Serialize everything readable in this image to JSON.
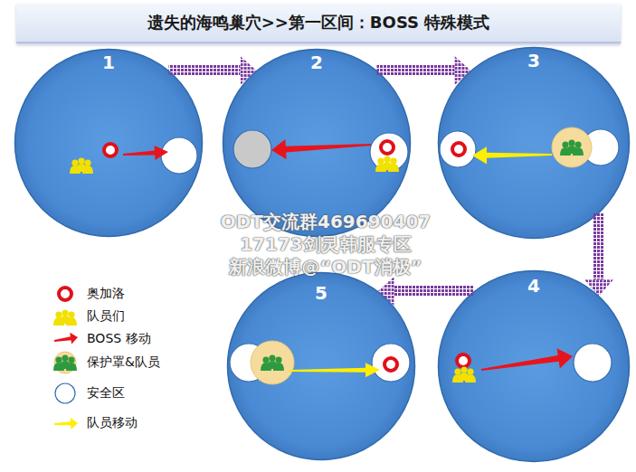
{
  "diagram": {
    "title": "遗失的海鸣巢穴>>第一区间：BOSS 特殊模式",
    "nodes": [
      {
        "text": [
          "1"
        ]
      },
      {
        "text": [
          "2"
        ]
      },
      {
        "text": [
          "3"
        ]
      },
      {
        "text": [
          "4"
        ]
      },
      {
        "text": [
          "5"
        ]
      }
    ],
    "edges": [
      {
        "from": 0,
        "to": 1,
        "arrow": "to"
      },
      {
        "from": 1,
        "to": 2,
        "arrow": "to"
      },
      {
        "from": 2,
        "to": 3,
        "arrow": "to"
      },
      {
        "from": 3,
        "to": 4,
        "arrow": "to"
      }
    ],
    "labels": [
      "ODT交流群469690407",
      "17173剑灵韩服专区",
      "新浪微博@“ODT消极”"
    ],
    "legend": [
      {
        "text": "奥加洛"
      },
      {
        "text": "队员们"
      },
      {
        "text": "BOSS 移动"
      },
      {
        "text": "保护罩&队员"
      },
      {
        "text": "安全区"
      },
      {
        "text": "队员移动"
      }
    ]
  }
}
